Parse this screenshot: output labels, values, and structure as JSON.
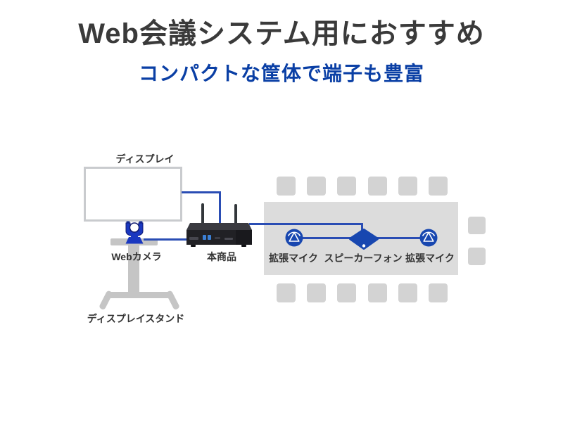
{
  "header": {
    "title": "Web会議システム用におすすめ",
    "subtitle": "コンパクトな筐体で端子も豊富"
  },
  "diagram": {
    "labels": {
      "display": "ディスプレイ",
      "webcam": "Webカメラ",
      "product": "本商品",
      "mic_left": "拡張マイク",
      "speakerphone": "スピーカーフォン",
      "mic_right": "拡張マイク",
      "display_stand": "ディスプレイスタンド"
    },
    "icons": {
      "webcam": "webcam-ptz-icon",
      "product": "conference-device-icon",
      "mic": "expansion-mic-icon",
      "speakerphone": "speakerphone-icon"
    },
    "colors": {
      "title_text": "#3a3a3a",
      "subtitle_blue": "#0a3fa5",
      "accent_blue": "#1847b0",
      "line_blue": "#2a4db4",
      "table_gray": "#dcdcdc",
      "chair_gray": "#d3d3d3",
      "stand_gray": "#c5c5c5",
      "display_border_gray": "#c9cbce",
      "device_black": "#212125",
      "label_text": "#333333"
    }
  }
}
